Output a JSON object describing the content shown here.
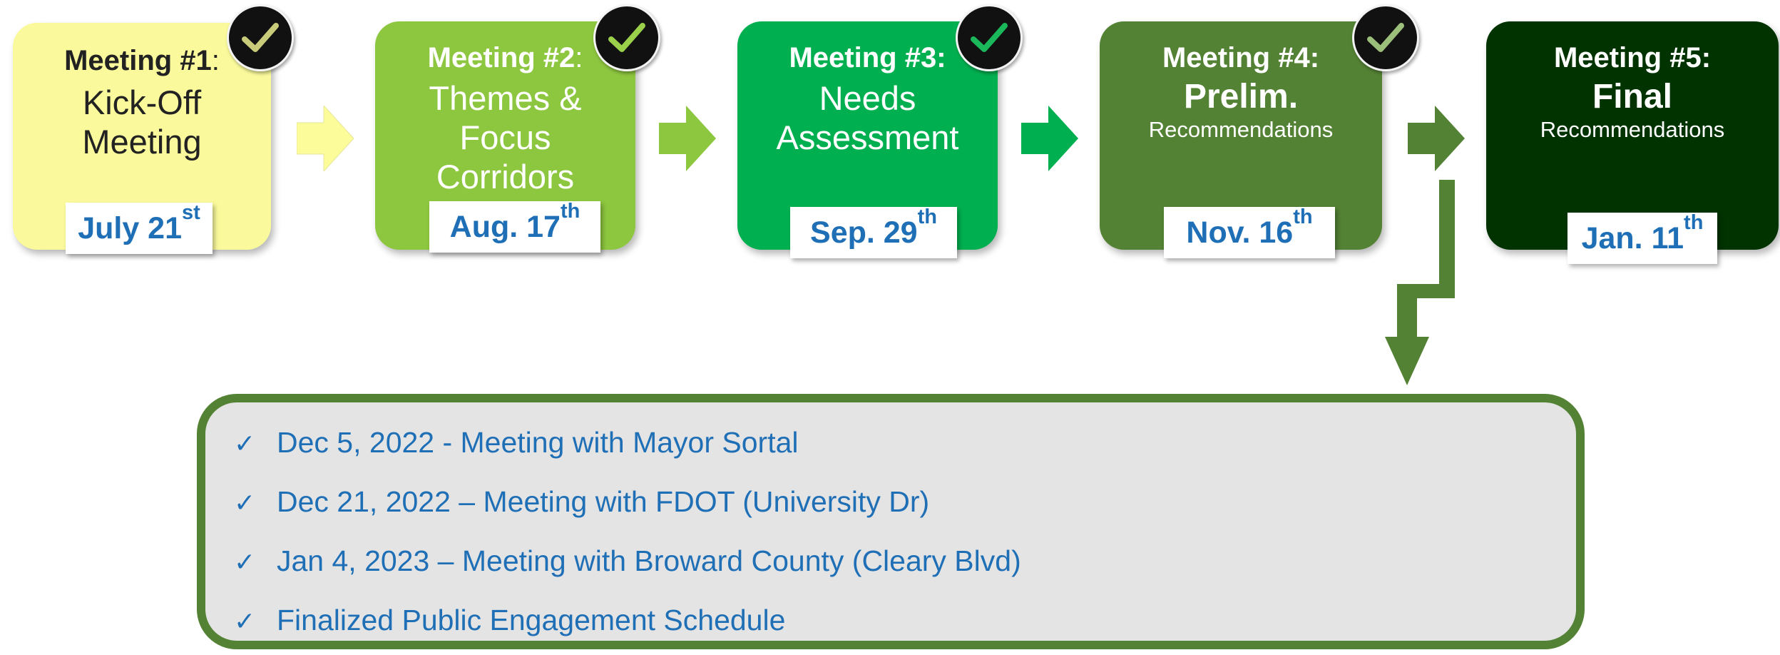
{
  "meetings": [
    {
      "label": "Meeting #1",
      "suffix": ":",
      "line1": "Kick-Off",
      "line2": "Meeting",
      "line3": "",
      "date_main": "July 21",
      "date_sup": "st",
      "completed": true,
      "color": "#fafa9c",
      "text_color": "#222222"
    },
    {
      "label": "Meeting #2",
      "suffix": ":",
      "line1": "Themes &",
      "line2": "Focus",
      "line3": "Corridors",
      "date_main": "Aug. 17",
      "date_sup": "th",
      "completed": true,
      "color": "#8dc63f",
      "text_color": "#ffffff"
    },
    {
      "label": "Meeting #3:",
      "suffix": "",
      "line1": "Needs",
      "line2": "Assessment",
      "line3": "",
      "date_main": "Sep. 29",
      "date_sup": "th",
      "completed": true,
      "color": "#00b050",
      "text_color": "#ffffff"
    },
    {
      "label": "Meeting #4:",
      "suffix": "",
      "line1": "Prelim.",
      "line2": "Recommendations",
      "line3": "",
      "date_main": "Nov. 16",
      "date_sup": "th",
      "completed": true,
      "color": "#548235",
      "text_color": "#ffffff"
    },
    {
      "label": "Meeting #5:",
      "suffix": "",
      "line1": "Final",
      "line2": "Recommendations",
      "line3": "",
      "date_main": "Jan. 11",
      "date_sup": "th",
      "completed": false,
      "color": "#003300",
      "text_color": "#ffffff"
    }
  ],
  "notes": [
    "Dec 5, 2022 - Meeting with Mayor Sortal",
    "Dec 21, 2022 – Meeting with FDOT (University Dr)",
    "Jan 4, 2023 – Meeting with Broward County (Cleary Blvd)",
    "Finalized Public Engagement Schedule"
  ],
  "note_tick": "✓",
  "icons": {
    "completed": "checkmark-icon",
    "flow": "right-arrow-icon",
    "connector": "elbow-down-arrow-icon"
  },
  "colors": {
    "date_text": "#1f6fb6",
    "notes_border": "#548235",
    "notes_bg": "#e4e4e4"
  }
}
